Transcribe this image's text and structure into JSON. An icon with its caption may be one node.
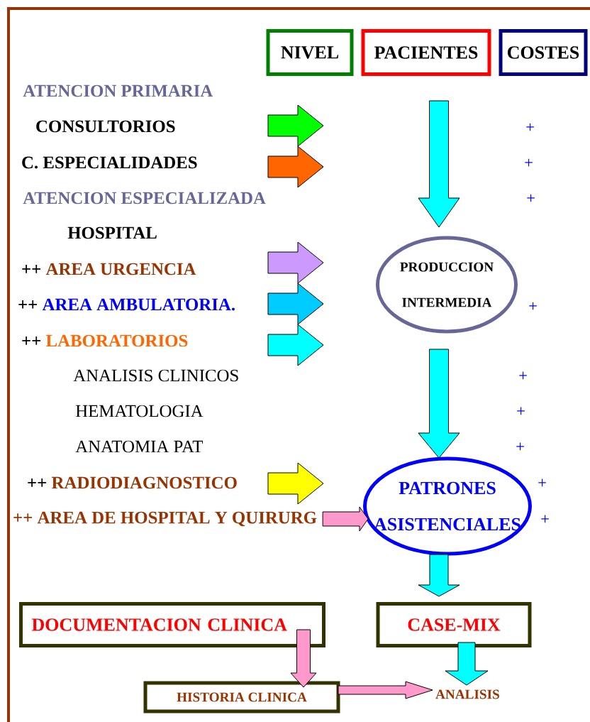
{
  "diagram": {
    "nodes": [
      {
        "text": [
          "NIVEL"
        ]
      },
      {
        "text": [
          "PACIENTES"
        ]
      },
      {
        "text": [
          "COSTES"
        ]
      },
      {
        "text": [
          "CONSULTORIOS"
        ]
      },
      {
        "text": [
          "C. ESPECIALIDADES"
        ]
      },
      {
        "text": [
          "++",
          "AREA URGENCIA"
        ]
      },
      {
        "text": [
          "PRODUCCION INTERMEDIA"
        ]
      },
      {
        "text": [
          "++",
          "AREA AMBULATORIA."
        ]
      },
      {
        "text": [
          "++",
          "LABORATORIOS"
        ]
      },
      {
        "text": [
          "++",
          "RADIODIAGNOSTICO"
        ]
      },
      {
        "text": [
          "PATRONES ASISTENCIALES"
        ]
      },
      {
        "text": [
          "++",
          "AREA DE HOSPITAL Y QUIRURG"
        ]
      },
      {
        "text": [
          "DOCUMENTACION CLINICA"
        ]
      },
      {
        "text": [
          "CASE-MIX"
        ]
      },
      {
        "text": [
          "HISTORIA CLINICA"
        ]
      },
      {
        "text": [
          "ANALISIS"
        ]
      }
    ],
    "edges": [
      {
        "from": 11,
        "to": 10,
        "arrow": "to",
        "color": "#ff99cc"
      },
      {
        "from": null,
        "to": 6,
        "arrow": "to"
      },
      {
        "from": 6,
        "to": 10,
        "arrow": "to"
      },
      {
        "from": 10,
        "to": 13,
        "arrow": "to"
      },
      {
        "from": 12,
        "to": 14,
        "arrow": "to",
        "color": "#ff99cc"
      },
      {
        "from": 13,
        "to": 15,
        "arrow": "to"
      },
      {
        "from": 14,
        "to": 15,
        "arrow": "to",
        "color": "#ff99cc"
      }
    ],
    "labels": [
      "ATENCION PRIMARIA",
      "+",
      "+",
      "ATENCION ESPECIALIZADA",
      "+",
      "HOSPITAL",
      "+",
      "ANALISIS CLINICOS",
      "+",
      "HEMATOLOGIA",
      "+",
      "ANATOMIA PAT",
      "+",
      "+",
      "+"
    ]
  }
}
